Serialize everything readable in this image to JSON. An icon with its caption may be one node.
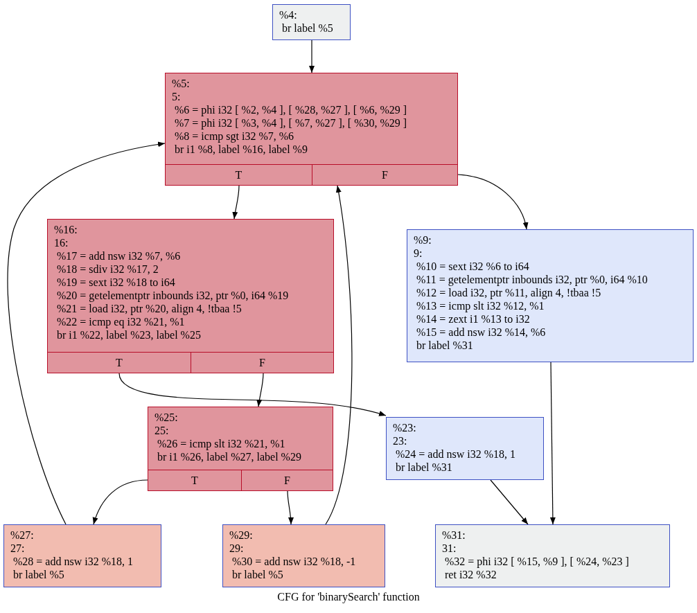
{
  "diagram": {
    "caption": "CFG for 'binarySearch' function",
    "nodes": [
      {
        "text": [
          "%4:",
          "br label %5"
        ]
      },
      {
        "text": [
          "%5:",
          "5:",
          "%6 = phi i32 [ %2, %4 ], [ %28, %27 ], [ %6, %29 ]",
          "%7 = phi i32 [ %3, %4 ], [ %7, %27 ], [ %30, %29 ]",
          "%8 = icmp sgt i32 %7, %6",
          "br i1 %8, label %16, label %9"
        ]
      },
      {
        "text": [
          "T"
        ],
        "in": 1
      },
      {
        "text": [
          "F"
        ],
        "in": 1
      },
      {
        "text": [
          "%16:",
          "16:",
          "%17 = add nsw i32 %7, %6",
          "%18 = sdiv i32 %17, 2",
          "%19 = sext i32 %18 to i64",
          "%20 = getelementptr inbounds i32, ptr %0, i64 %19",
          "%21 = load i32, ptr %20, align 4, !tbaa !5",
          "%22 = icmp eq i32 %21, %1",
          "br i1 %22, label %23, label %25"
        ]
      },
      {
        "text": [
          "T"
        ],
        "in": 4
      },
      {
        "text": [
          "F"
        ],
        "in": 4
      },
      {
        "text": [
          "%9:",
          "9:",
          "%10 = sext i32 %6 to i64",
          "%11 = getelementptr inbounds i32, ptr %0, i64 %10",
          "%12 = load i32, ptr %11, align 4, !tbaa !5",
          "%13 = icmp slt i32 %12, %1",
          "%14 = zext i1 %13 to i32",
          "%15 = add nsw i32 %14, %6",
          "br label %31"
        ]
      },
      {
        "text": [
          "%25:",
          "25:",
          "%26 = icmp slt i32 %21, %1",
          "br i1 %26, label %27, label %29"
        ]
      },
      {
        "text": [
          "T"
        ],
        "in": 8
      },
      {
        "text": [
          "F"
        ],
        "in": 8
      },
      {
        "text": [
          "%23:",
          "23:",
          "%24 = add nsw i32 %18, 1",
          "br label %31"
        ]
      },
      {
        "text": [
          "%27:",
          "27:",
          "%28 = add nsw i32 %18, 1",
          "br label %5"
        ]
      },
      {
        "text": [
          "%29:",
          "29:",
          "%30 = add nsw i32 %18, -1",
          "br label %5"
        ]
      },
      {
        "text": [
          "%31:",
          "31:",
          "%32 = phi i32 [ %15, %9 ], [ %24, %23 ]",
          "ret i32 %32"
        ]
      }
    ],
    "edges": [
      {
        "from": 0,
        "to": 1,
        "arrow": "to"
      },
      {
        "from": 2,
        "to": 4,
        "arrow": "to"
      },
      {
        "from": 3,
        "to": 7,
        "arrow": "to"
      },
      {
        "from": 5,
        "to": 11,
        "arrow": "to"
      },
      {
        "from": 6,
        "to": 8,
        "arrow": "to"
      },
      {
        "from": 9,
        "to": 12,
        "arrow": "to"
      },
      {
        "from": 10,
        "to": 13,
        "arrow": "to"
      },
      {
        "from": 12,
        "to": 1,
        "arrow": "to"
      },
      {
        "from": 13,
        "to": 1,
        "arrow": "to"
      },
      {
        "from": 11,
        "to": 14,
        "arrow": "to"
      },
      {
        "from": 7,
        "to": 14,
        "arrow": "to"
      }
    ]
  }
}
